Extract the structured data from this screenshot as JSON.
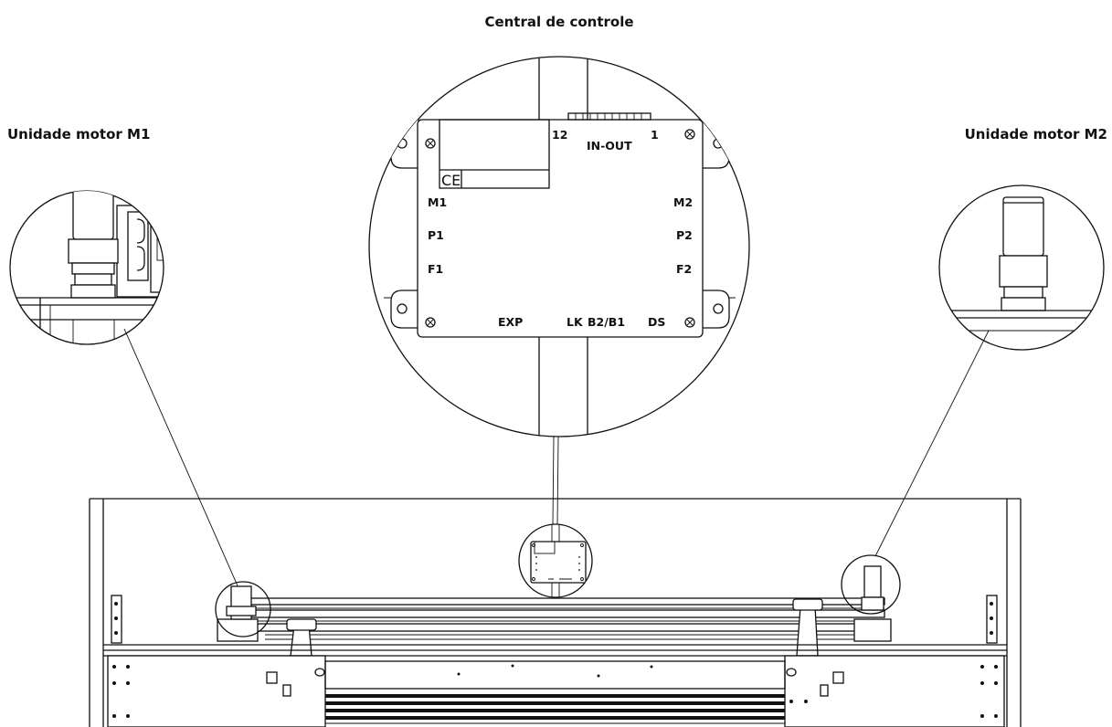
{
  "labels": {
    "center_title": "Central de controle",
    "left_title": "Unidade motor M1",
    "right_title": "Unidade motor M2"
  },
  "board": {
    "pin_12": "12",
    "in_out": "IN-OUT",
    "pin_1": "1",
    "m1": "M1",
    "m2": "M2",
    "p1": "P1",
    "p2": "P2",
    "f1": "F1",
    "f2": "F2",
    "exp": "EXP",
    "lk": "LK",
    "b2b1": "B2/B1",
    "ds": "DS",
    "ce_mark": "CE"
  },
  "colors": {
    "line": "#111111",
    "background": "#ffffff"
  }
}
